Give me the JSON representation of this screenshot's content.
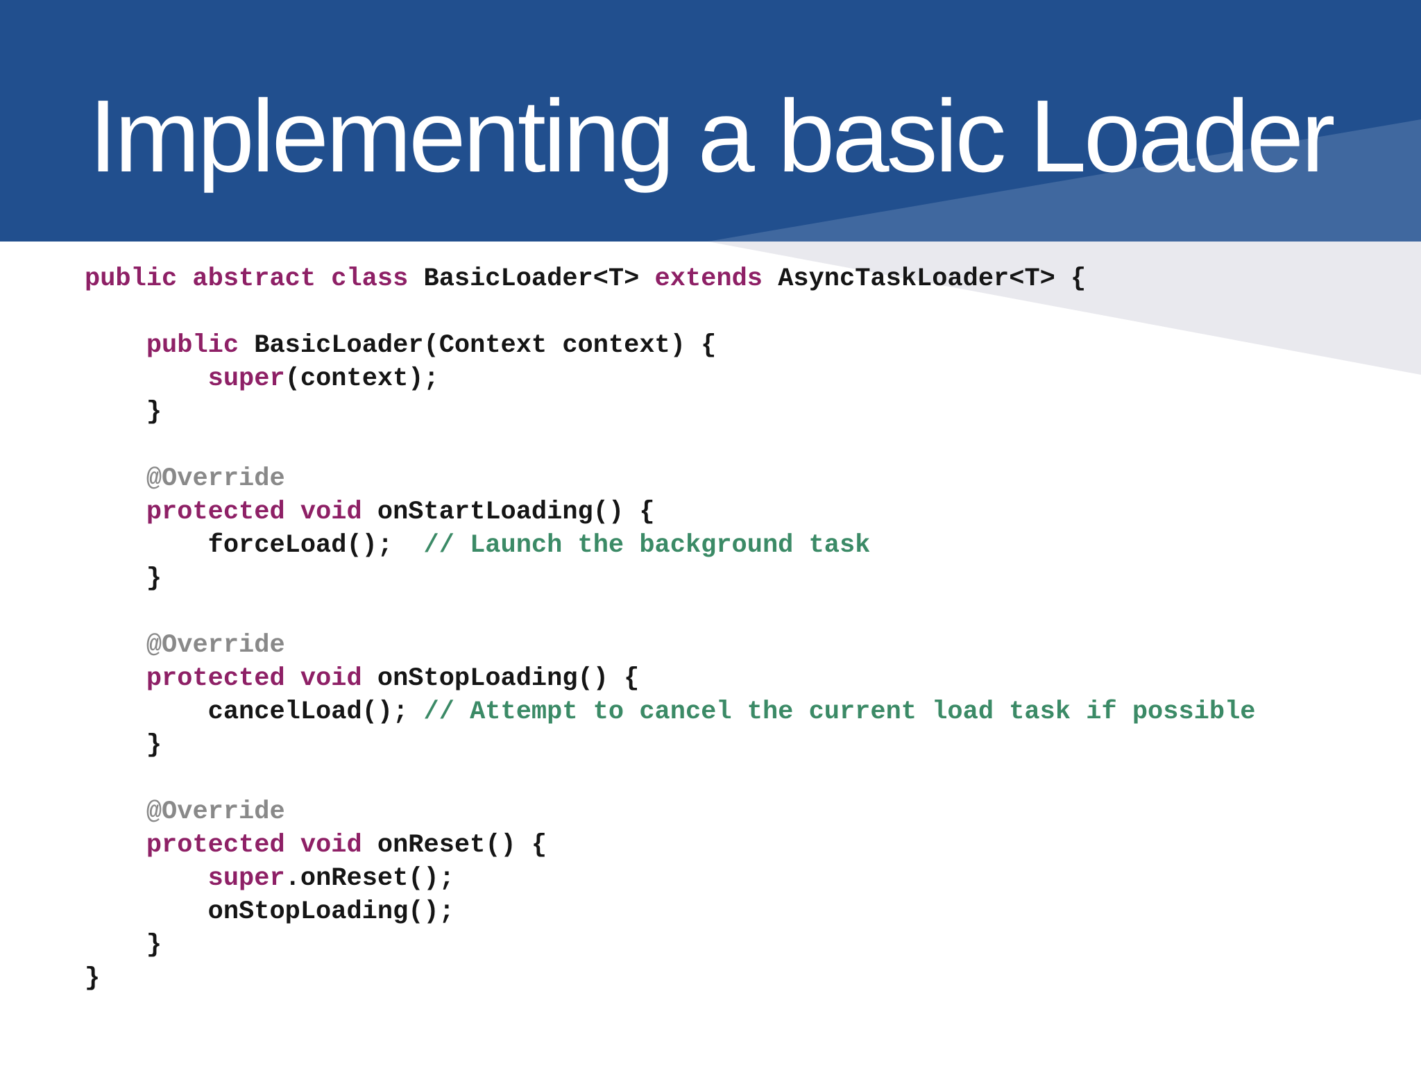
{
  "slide": {
    "title": "Implementing a basic Loader"
  },
  "colors": {
    "background": "#ffffff",
    "header_background": "#214f8e",
    "header_wedge": "#40689f",
    "code_wedge": "#e9e9ee",
    "title_text": "#ffffff",
    "code_keyword": "#8e2066",
    "code_plain": "#151515",
    "code_comment": "#3b8a66",
    "code_annotation": "#898989"
  },
  "code": {
    "lines": [
      {
        "segments": [
          {
            "text": "public abstract class ",
            "type": "keyword"
          },
          {
            "text": "BasicLoader<T> ",
            "type": "plain"
          },
          {
            "text": "extends",
            "type": "keyword"
          },
          {
            "text": " AsyncTaskLoader<T> {",
            "type": "plain"
          }
        ]
      },
      {
        "segments": []
      },
      {
        "segments": [
          {
            "text": "    ",
            "type": "plain"
          },
          {
            "text": "public",
            "type": "keyword"
          },
          {
            "text": " BasicLoader(Context context) {",
            "type": "plain"
          }
        ]
      },
      {
        "segments": [
          {
            "text": "        ",
            "type": "plain"
          },
          {
            "text": "super",
            "type": "keyword"
          },
          {
            "text": "(context);",
            "type": "plain"
          }
        ]
      },
      {
        "segments": [
          {
            "text": "    }",
            "type": "plain"
          }
        ]
      },
      {
        "segments": []
      },
      {
        "segments": [
          {
            "text": "    ",
            "type": "plain"
          },
          {
            "text": "@Override",
            "type": "annotation"
          }
        ]
      },
      {
        "segments": [
          {
            "text": "    ",
            "type": "plain"
          },
          {
            "text": "protected void",
            "type": "keyword"
          },
          {
            "text": " onStartLoading() {",
            "type": "plain"
          }
        ]
      },
      {
        "segments": [
          {
            "text": "        forceLoad();  ",
            "type": "plain"
          },
          {
            "text": "// Launch the background task",
            "type": "comment"
          }
        ]
      },
      {
        "segments": [
          {
            "text": "    }",
            "type": "plain"
          }
        ]
      },
      {
        "segments": []
      },
      {
        "segments": [
          {
            "text": "    ",
            "type": "plain"
          },
          {
            "text": "@Override",
            "type": "annotation"
          }
        ]
      },
      {
        "segments": [
          {
            "text": "    ",
            "type": "plain"
          },
          {
            "text": "protected void",
            "type": "keyword"
          },
          {
            "text": " onStopLoading() {",
            "type": "plain"
          }
        ]
      },
      {
        "segments": [
          {
            "text": "        cancelLoad(); ",
            "type": "plain"
          },
          {
            "text": "// Attempt to cancel the current load task if possible",
            "type": "comment"
          }
        ]
      },
      {
        "segments": [
          {
            "text": "    }",
            "type": "plain"
          }
        ]
      },
      {
        "segments": []
      },
      {
        "segments": [
          {
            "text": "    ",
            "type": "plain"
          },
          {
            "text": "@Override",
            "type": "annotation"
          }
        ]
      },
      {
        "segments": [
          {
            "text": "    ",
            "type": "plain"
          },
          {
            "text": "protected void",
            "type": "keyword"
          },
          {
            "text": " onReset() {",
            "type": "plain"
          }
        ]
      },
      {
        "segments": [
          {
            "text": "        ",
            "type": "plain"
          },
          {
            "text": "super",
            "type": "keyword"
          },
          {
            "text": ".onReset();",
            "type": "plain"
          }
        ]
      },
      {
        "segments": [
          {
            "text": "        onStopLoading();",
            "type": "plain"
          }
        ]
      },
      {
        "segments": [
          {
            "text": "    }",
            "type": "plain"
          }
        ]
      },
      {
        "segments": [
          {
            "text": "}",
            "type": "plain"
          }
        ]
      }
    ]
  }
}
